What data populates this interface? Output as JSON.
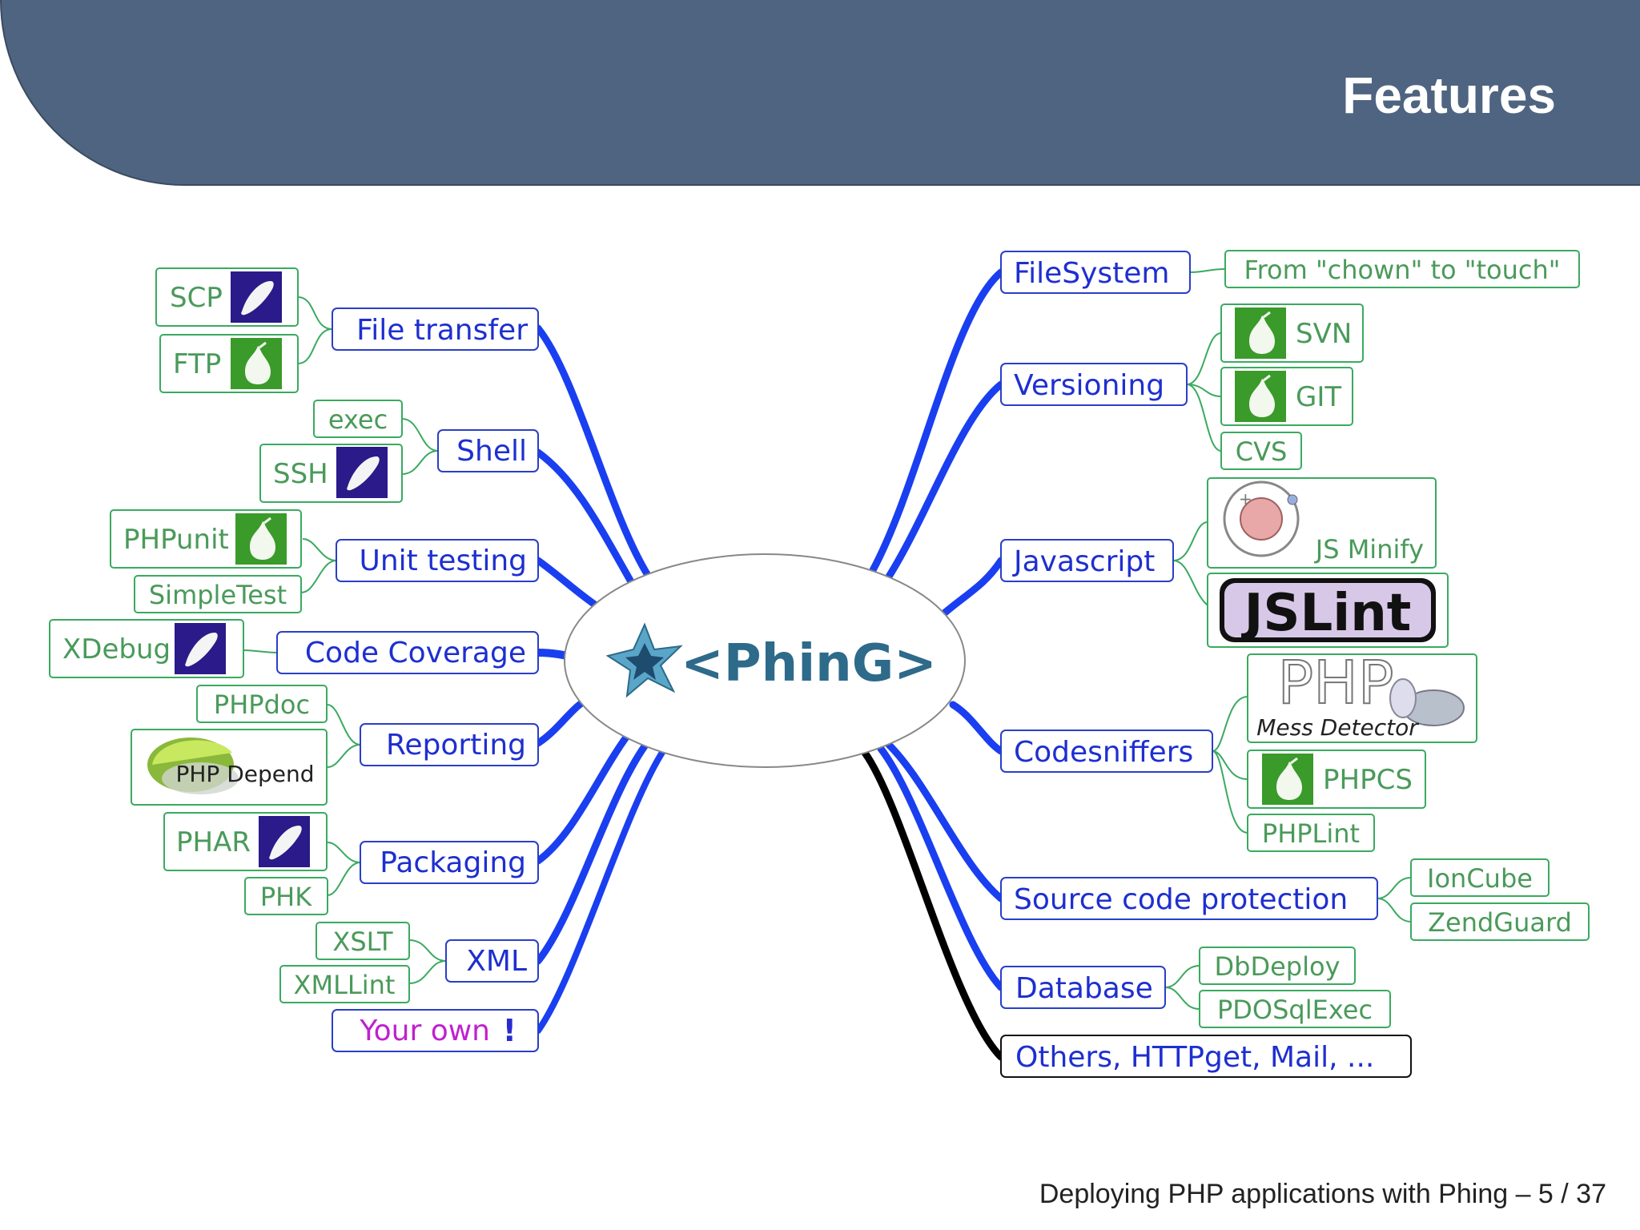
{
  "slide": {
    "title": "Features",
    "footer": "Deploying PHP applications with Phing – 5 / 37"
  },
  "center": {
    "label": "<PhinG>",
    "logo": "phing-star-icon"
  },
  "left_branches": [
    {
      "label": "File transfer",
      "children": [
        {
          "label": "SCP",
          "icon": "eclipse-plugin-icon"
        },
        {
          "label": "FTP",
          "icon": "pear-package-icon"
        }
      ]
    },
    {
      "label": "Shell",
      "children": [
        {
          "label": "exec"
        },
        {
          "label": "SSH",
          "icon": "eclipse-plugin-icon"
        }
      ]
    },
    {
      "label": "Unit testing",
      "children": [
        {
          "label": "PHPunit",
          "icon": "pear-package-icon"
        },
        {
          "label": "SimpleTest"
        }
      ]
    },
    {
      "label": "Code Coverage",
      "children": [
        {
          "label": "XDebug",
          "icon": "eclipse-plugin-icon"
        }
      ]
    },
    {
      "label": "Reporting",
      "children": [
        {
          "label": "PHPdoc"
        },
        {
          "label": "PHP Depend",
          "icon": "php-depend-logo"
        }
      ]
    },
    {
      "label": "Packaging",
      "children": [
        {
          "label": "PHAR",
          "icon": "eclipse-plugin-icon"
        },
        {
          "label": "PHK"
        }
      ]
    },
    {
      "label": "XML",
      "children": [
        {
          "label": "XSLT"
        },
        {
          "label": "XMLLint"
        }
      ]
    },
    {
      "label": "Your own",
      "suffix": "!",
      "children": []
    }
  ],
  "right_branches": [
    {
      "label": "FileSystem",
      "children": [
        {
          "label": "From \"chown\" to \"touch\""
        }
      ]
    },
    {
      "label": "Versioning",
      "children": [
        {
          "label": "SVN",
          "icon": "pear-package-icon"
        },
        {
          "label": "GIT",
          "icon": "pear-package-icon"
        },
        {
          "label": "CVS"
        }
      ]
    },
    {
      "label": "Javascript",
      "children": [
        {
          "label": "JS Minify",
          "icon": "js-minify-logo"
        },
        {
          "label": "JSLint",
          "icon": "jslint-logo"
        }
      ]
    },
    {
      "label": "Codesniffers",
      "children": [
        {
          "label": "PHP",
          "sublabel": "Mess Detector",
          "icon": "php-mess-detector-logo"
        },
        {
          "label": "PHPCS",
          "icon": "pear-package-icon"
        },
        {
          "label": "PHPLint"
        }
      ]
    },
    {
      "label": "Source code protection",
      "children": [
        {
          "label": "IonCube"
        },
        {
          "label": "ZendGuard"
        }
      ]
    },
    {
      "label": "Database",
      "children": [
        {
          "label": "DbDeploy"
        },
        {
          "label": "PDOSqlExec"
        }
      ]
    },
    {
      "label": "Others, HTTPget, Mail, ...",
      "children": []
    }
  ],
  "colors": {
    "header": "#4e6480",
    "branch_line": "#1a3ff0",
    "branch_line_others": "#000000",
    "node_border": "#2a3fc8",
    "node_text": "#1e2fd0",
    "leaf_border": "#3aaa60",
    "leaf_text": "#4a9a5a",
    "your_own_text": "#c020d0",
    "center_text": "#2e6a8a"
  }
}
